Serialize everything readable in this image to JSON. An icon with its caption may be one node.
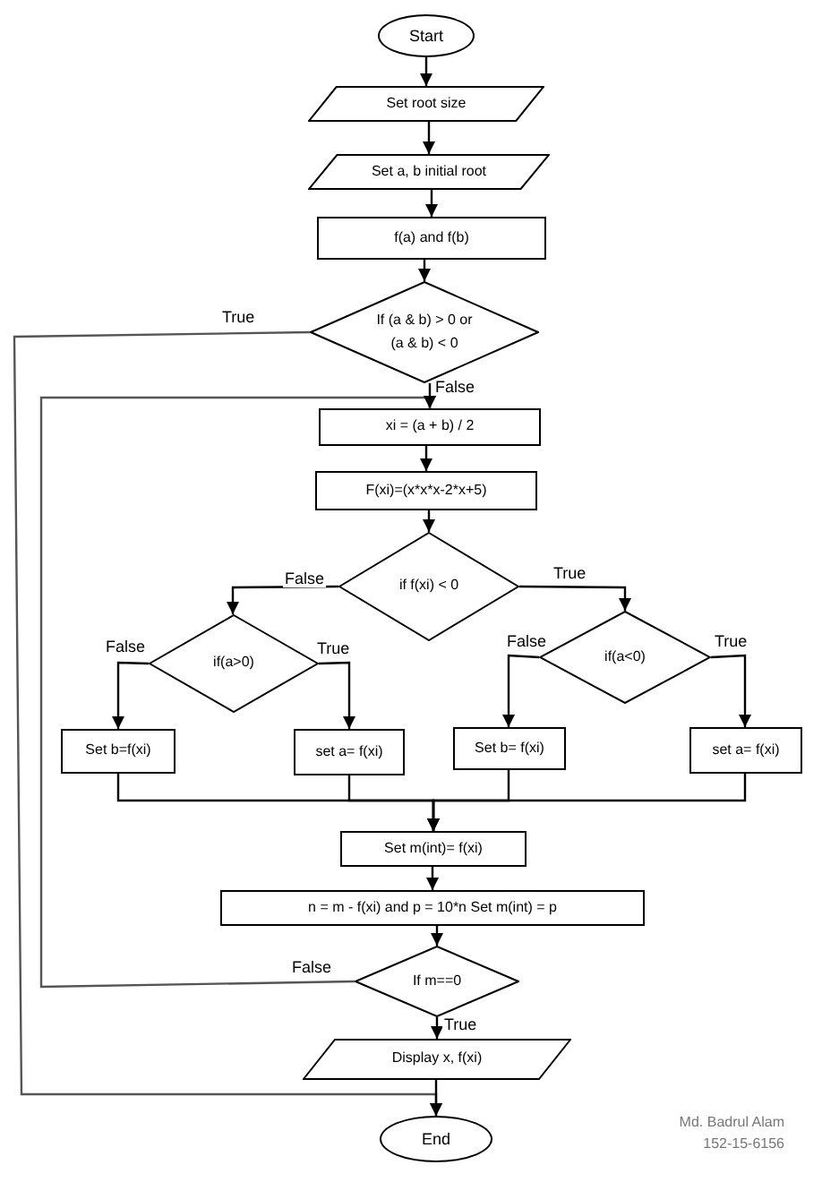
{
  "diagram": {
    "nodes": [
      {
        "text": [
          "Start"
        ]
      },
      {
        "text": [
          "Set root size"
        ]
      },
      {
        "text": [
          "Set a, b initial root"
        ]
      },
      {
        "text": [
          "f(a) and f(b)"
        ]
      },
      {
        "text": [
          "If (a & b) > 0 or (a & b) < 0"
        ]
      },
      {
        "text": [
          "xi = (a + b) / 2"
        ]
      },
      {
        "text": [
          "F(xi)=(x*x*x-2*x+5)"
        ]
      },
      {
        "text": [
          "if f(xi) < 0"
        ]
      },
      {
        "text": [
          "if(a>0)"
        ]
      },
      {
        "text": [
          "if(a<0)"
        ]
      },
      {
        "text": [
          "Set b=f(xi)"
        ]
      },
      {
        "text": [
          "set a= f(xi)"
        ]
      },
      {
        "text": [
          "Set b= f(xi)"
        ]
      },
      {
        "text": [
          "set a= f(xi)"
        ]
      },
      {
        "text": [
          "Set m(int)= f(xi)"
        ]
      },
      {
        "text": [
          "n = m - f(xi) and p = 10*n Set m(int) = p"
        ]
      },
      {
        "text": [
          "If m==0"
        ]
      },
      {
        "text": [
          "Display x, f(xi)"
        ]
      },
      {
        "text": [
          "End"
        ]
      }
    ],
    "edges": [
      {
        "from": 0,
        "to": 1,
        "arrow": "to"
      },
      {
        "from": 1,
        "to": 2,
        "arrow": "to"
      },
      {
        "from": 2,
        "to": 3,
        "arrow": "to"
      },
      {
        "from": 3,
        "to": 4,
        "arrow": "to"
      },
      {
        "from": 4,
        "to": 18,
        "arrow": "to",
        "label": "True"
      },
      {
        "from": 4,
        "to": 5,
        "arrow": "to",
        "label": "False"
      },
      {
        "from": 5,
        "to": 6,
        "arrow": "to"
      },
      {
        "from": 6,
        "to": 7,
        "arrow": "to"
      },
      {
        "from": 7,
        "to": 8,
        "arrow": "to",
        "label": "False"
      },
      {
        "from": 7,
        "to": 9,
        "arrow": "to",
        "label": "True"
      },
      {
        "from": 8,
        "to": 10,
        "arrow": "to",
        "label": "False"
      },
      {
        "from": 8,
        "to": 11,
        "arrow": "to",
        "label": "True"
      },
      {
        "from": 9,
        "to": 12,
        "arrow": "to",
        "label": "False"
      },
      {
        "from": 9,
        "to": 13,
        "arrow": "to",
        "label": "True"
      },
      {
        "from": 10,
        "to": 14,
        "arrow": "to"
      },
      {
        "from": 11,
        "to": 14,
        "arrow": "to"
      },
      {
        "from": 12,
        "to": 14,
        "arrow": "to"
      },
      {
        "from": 13,
        "to": 14,
        "arrow": "to"
      },
      {
        "from": 14,
        "to": 15,
        "arrow": "to"
      },
      {
        "from": 15,
        "to": 16,
        "arrow": "to"
      },
      {
        "from": 16,
        "to": 5,
        "arrow": "to",
        "label": "False"
      },
      {
        "from": 16,
        "to": 17,
        "arrow": "to",
        "label": "True"
      },
      {
        "from": 17,
        "to": 18,
        "arrow": "to"
      }
    ],
    "labels": [
      "Md. Badrul Alam",
      "152-15-6156"
    ]
  }
}
